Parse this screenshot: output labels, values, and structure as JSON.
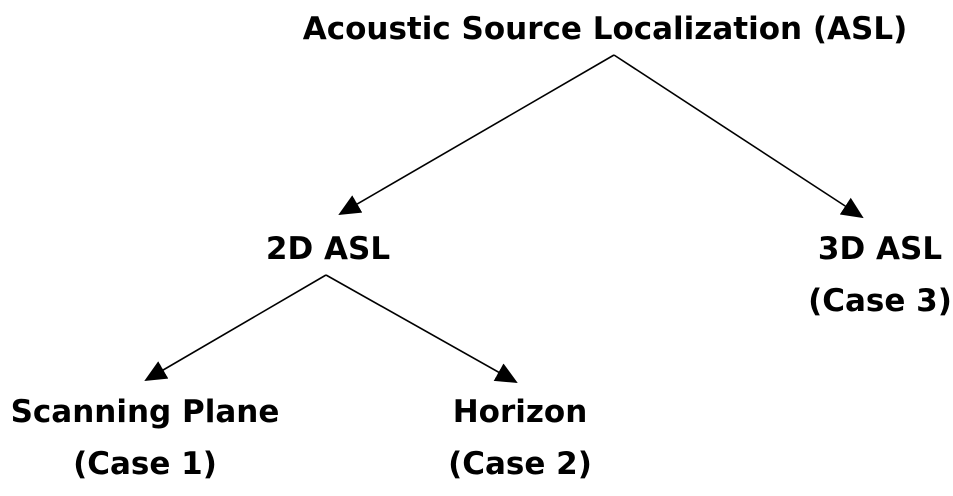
{
  "diagram": {
    "root": {
      "label": "Acoustic Source Localization (ASL)"
    },
    "node_2d": {
      "label": "2D ASL"
    },
    "node_3d": {
      "label": "3D ASL",
      "case": "(Case 3)"
    },
    "node_case1": {
      "label": "Scanning Plane",
      "case": "(Case 1)"
    },
    "node_case2": {
      "label": "Horizon",
      "case": "(Case 2)"
    },
    "edges": [
      {
        "from": "root",
        "to": "node_2d"
      },
      {
        "from": "root",
        "to": "node_3d"
      },
      {
        "from": "node_2d",
        "to": "node_case1"
      },
      {
        "from": "node_2d",
        "to": "node_case2"
      }
    ],
    "colors": {
      "text": "#000000",
      "line": "#000000",
      "background": "#ffffff"
    }
  }
}
